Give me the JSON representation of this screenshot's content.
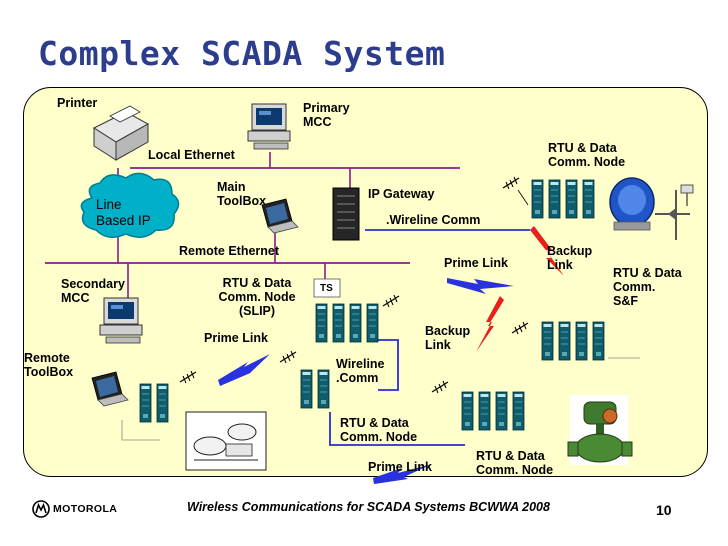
{
  "title": "Complex SCADA System",
  "labels": {
    "printer": "Printer",
    "primary_mcc": "Primary\nMCC",
    "local_ethernet": "Local Ethernet",
    "rtu_node_top": "RTU & Data\nComm. Node",
    "main_toolbox": "Main\nToolBox",
    "ip_gateway": "IP Gateway",
    "line_based_ip": "Line\nBased IP",
    "wireline_comm_top": ".Wireline Comm",
    "remote_ethernet": "Remote Ethernet",
    "prime_link_top": "Prime Link",
    "backup_link_top": "Backup\nLink",
    "rtu_sf": "RTU & Data\nComm.\nS&F",
    "secondary_mcc": "Secondary\nMCC",
    "rtu_slip": "RTU & Data\nComm. Node\n(SLIP)",
    "ts": "TS",
    "prime_link_left": "Prime Link",
    "backup_link_mid": "Backup\nLink",
    "remote_toolbox": "Remote\nToolBox",
    "wireline_comm_mid": "Wireline\n.Comm",
    "rtu_node_mid": "RTU & Data\nComm. Node",
    "prime_link_bottom": "Prime Link",
    "rtu_node_bottom": "RTU & Data\nComm. Node"
  },
  "footer": {
    "text": "Wireless Communications for SCADA Systems BCWWA 2008",
    "page": "10",
    "brand": "MOTOROLA"
  },
  "icons": {
    "logo": "motorola-logo-icon",
    "lightning": "lightning-bolt-icon",
    "antenna": "antenna-icon",
    "rtu": "rtu-cabinet-icon"
  },
  "colors": {
    "title": "#2d3d8e",
    "panel": "#ffffcc",
    "network_line": "#8b1a8b",
    "wireline": "#2b2bd6",
    "cloud": "#00b0c8",
    "lightning_blue": "#2a32e0",
    "lightning_red": "#e8201a",
    "rtu_cabinet": "#0e5c6c"
  }
}
